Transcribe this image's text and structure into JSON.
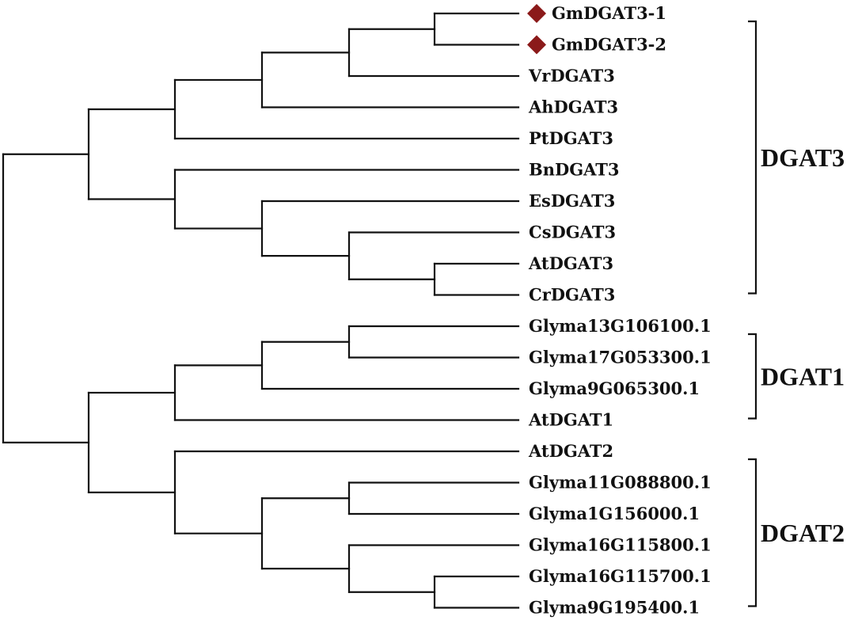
{
  "tree": {
    "leaves": [
      {
        "id": "GmDGAT3-1",
        "label": "GmDGAT3-1",
        "marked": true
      },
      {
        "id": "GmDGAT3-2",
        "label": "GmDGAT3-2",
        "marked": true
      },
      {
        "id": "VrDGAT3",
        "label": "VrDGAT3",
        "marked": false
      },
      {
        "id": "AhDGAT3",
        "label": "AhDGAT3",
        "marked": false
      },
      {
        "id": "PtDGAT3",
        "label": "PtDGAT3",
        "marked": false
      },
      {
        "id": "BnDGAT3",
        "label": "BnDGAT3",
        "marked": false
      },
      {
        "id": "EsDGAT3",
        "label": "EsDGAT3",
        "marked": false
      },
      {
        "id": "CsDGAT3",
        "label": "CsDGAT3",
        "marked": false
      },
      {
        "id": "AtDGAT3",
        "label": "AtDGAT3",
        "marked": false
      },
      {
        "id": "CrDGAT3",
        "label": "CrDGAT3",
        "marked": false
      },
      {
        "id": "Glyma13G106100.1",
        "label": "Glyma13G106100.1",
        "marked": false
      },
      {
        "id": "Glyma17G053300.1",
        "label": "Glyma17G053300.1",
        "marked": false
      },
      {
        "id": "Glyma9G065300.1",
        "label": "Glyma9G065300.1",
        "marked": false
      },
      {
        "id": "AtDGAT1",
        "label": "AtDGAT1",
        "marked": false
      },
      {
        "id": "AtDGAT2",
        "label": "AtDGAT2",
        "marked": false
      },
      {
        "id": "Glyma11G088800.1",
        "label": "Glyma11G088800.1",
        "marked": false
      },
      {
        "id": "Glyma1G156000.1",
        "label": "Glyma1G156000.1",
        "marked": false
      },
      {
        "id": "Glyma16G115800.1",
        "label": "Glyma16G115800.1",
        "marked": false
      },
      {
        "id": "Glyma16G115700.1",
        "label": "Glyma16G115700.1",
        "marked": false
      },
      {
        "id": "Glyma9G195400.1",
        "label": "Glyma9G195400.1",
        "marked": false
      }
    ],
    "topology": [
      [
        [
          [
            [
              [
                "GmDGAT3-1",
                "GmDGAT3-2"
              ],
              "VrDGAT3"
            ],
            "AhDGAT3"
          ],
          "PtDGAT3"
        ],
        [
          "BnDGAT3",
          [
            "EsDGAT3",
            [
              "CsDGAT3",
              [
                "AtDGAT3",
                "CrDGAT3"
              ]
            ]
          ]
        ]
      ],
      [
        [
          [
            [
              "Glyma13G106100.1",
              "Glyma17G053300.1"
            ],
            "Glyma9G065300.1"
          ],
          "AtDGAT1"
        ],
        [
          "AtDGAT2",
          [
            [
              "Glyma11G088800.1",
              "Glyma1G156000.1"
            ],
            [
              "Glyma16G115800.1",
              [
                "Glyma16G115700.1",
                "Glyma9G195400.1"
              ]
            ]
          ]
        ]
      ]
    ],
    "groups": [
      {
        "label": "DGAT3",
        "first": "GmDGAT3-1",
        "last": "CrDGAT3"
      },
      {
        "label": "DGAT1",
        "first": "Glyma13G106100.1",
        "last": "AtDGAT1"
      },
      {
        "label": "DGAT2",
        "first": "AtDGAT2",
        "last": "Glyma9G195400.1"
      }
    ],
    "colors": {
      "line": "#111111",
      "marker": "#8b1a1a",
      "text": "#111111"
    },
    "marker_icon": "diamond-icon"
  }
}
